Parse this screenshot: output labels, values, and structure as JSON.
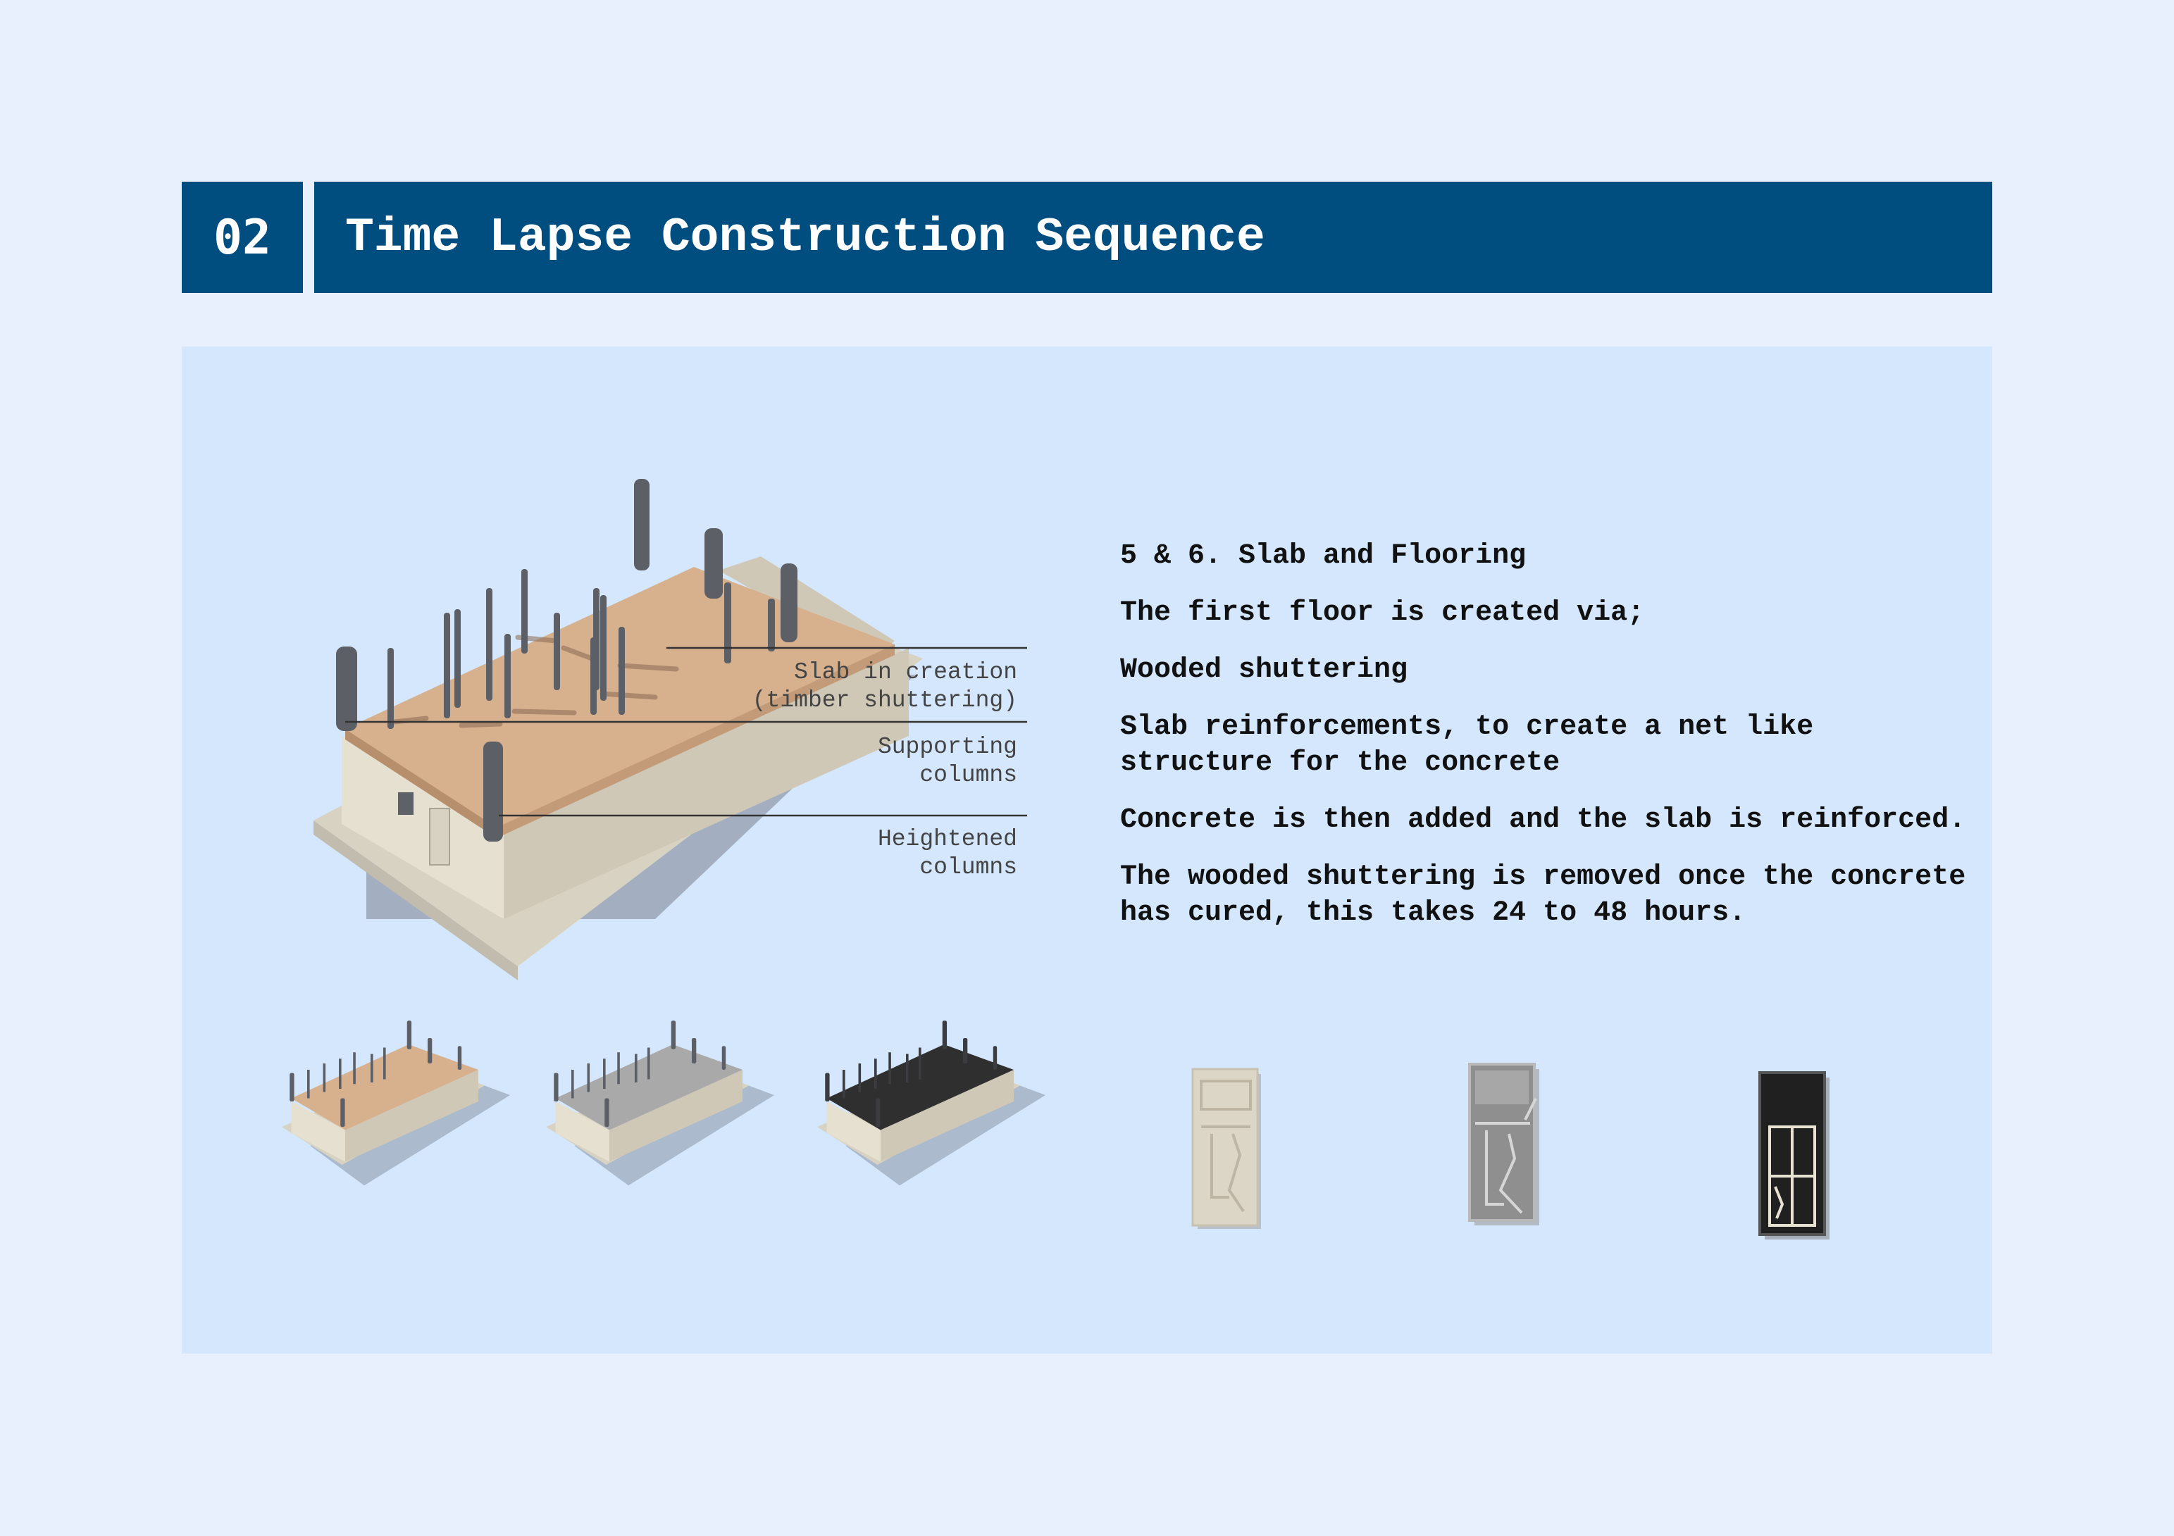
{
  "header": {
    "section_number": "02",
    "title": "Time Lapse Construction Sequence"
  },
  "callouts": {
    "slab": [
      "Slab in creation",
      "(timber shuttering)"
    ],
    "supporting": [
      "Supporting",
      "columns"
    ],
    "heightened": [
      "Heightened",
      "columns"
    ]
  },
  "description": {
    "heading": "5 & 6. Slab and Flooring",
    "paragraphs": [
      "The first floor is created via;",
      "Wooded shuttering",
      "Slab reinforcements, to create a net like structure for the concrete",
      "Concrete is then added and the slab is reinforced.",
      "The wooded shuttering is removed once the concrete has cured, this takes 24 to 48 hours."
    ]
  },
  "colors": {
    "header_bg": "#004d80",
    "page_bg": "#e8f0fe",
    "panel_bg": "#d4e7fd",
    "timber_slab": "#d7b08e",
    "grey_slab": "#a9a9a9",
    "black_slab": "#2f2f2f",
    "column": "#5c5f66",
    "base": "#d8d2c2"
  }
}
